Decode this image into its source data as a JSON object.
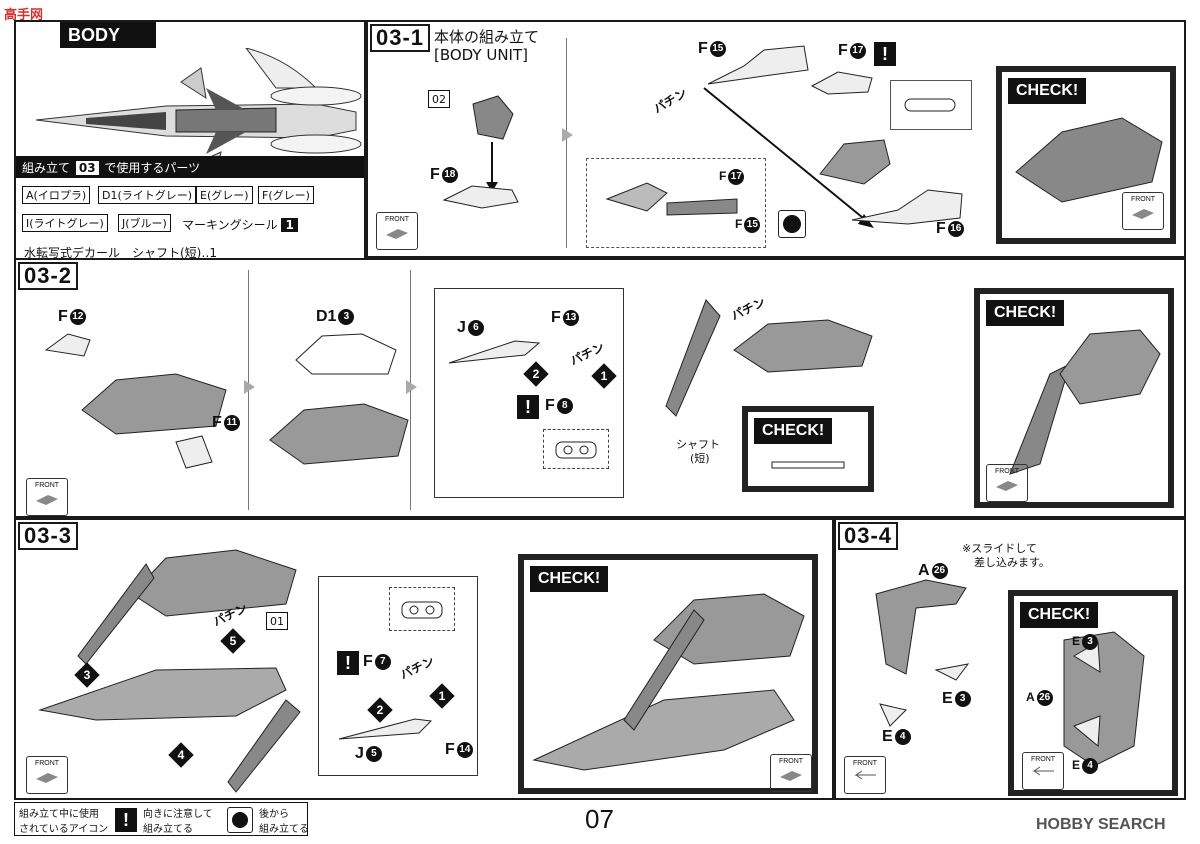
{
  "watermark_tl": "高手网",
  "watermark_br": "HOBBY SEARCH",
  "header": {
    "section": "BODY"
  },
  "parts_box": {
    "title_pre": "組み立て",
    "title_step": "03",
    "title_post": "で使用するパーツ",
    "tags": [
      "A(イロプラ)",
      "D1(ライトグレー)",
      "E(グレー)",
      "F(グレー)",
      "I(ライトグレー)",
      "J(ブルー)"
    ],
    "marking": "マーキングシール",
    "marking_no": "1",
    "decal_line": "水転写式デカール　シャフト(短)‥1"
  },
  "step_03_1": {
    "step": "03-1",
    "title_jp": "本体の組み立て",
    "title_en": "[BODY UNIT]",
    "labels": {
      "p02": "02",
      "f18": "F",
      "f15": "F",
      "f17": "F",
      "f16": "F",
      "f17b": "F",
      "f15b": "F"
    },
    "nums": {
      "f18": "18",
      "f15": "15",
      "f17": "17",
      "f16": "16"
    },
    "snap": "パチン",
    "check": "CHECK!"
  },
  "step_03_2": {
    "step": "03-2",
    "labels": {
      "f12": "F",
      "f11": "F",
      "d13": "D1",
      "j6": "J",
      "f13": "F",
      "f8": "F"
    },
    "nums": {
      "f12": "12",
      "f11": "11",
      "d13": "3",
      "j6": "6",
      "f13": "13",
      "f8": "8"
    },
    "order": [
      "1",
      "2"
    ],
    "shaft": "シャフト",
    "shaft_sub": "(短)",
    "snap": "パチン",
    "check_1": "CHECK!",
    "check_2": "CHECK!"
  },
  "step_03_3": {
    "step": "03-3",
    "labels": {
      "p01": "01",
      "f7": "F",
      "j5": "J",
      "f14": "F"
    },
    "nums": {
      "f7": "7",
      "j5": "5",
      "f14": "14"
    },
    "order": [
      "1",
      "2",
      "3",
      "4",
      "5"
    ],
    "snap": "パチン",
    "check": "CHECK!"
  },
  "step_03_4": {
    "step": "03-4",
    "note_1": "※スライドして",
    "note_2": "差し込みます。",
    "labels": {
      "a26": "A",
      "e3": "E",
      "e4": "E",
      "ce3": "E",
      "ca26": "A",
      "ce4": "E"
    },
    "nums": {
      "a26": "26",
      "e3": "3",
      "e4": "4"
    },
    "check": "CHECK!"
  },
  "front_label": "FRONT",
  "footer": {
    "legend_title_1": "組み立て中に使用",
    "legend_title_2": "されているアイコン",
    "icon1_text_1": "向きに注意して",
    "icon1_text_2": "組み立てる",
    "icon2_text_1": "後から",
    "icon2_text_2": "組み立てる",
    "page_no": "07"
  }
}
